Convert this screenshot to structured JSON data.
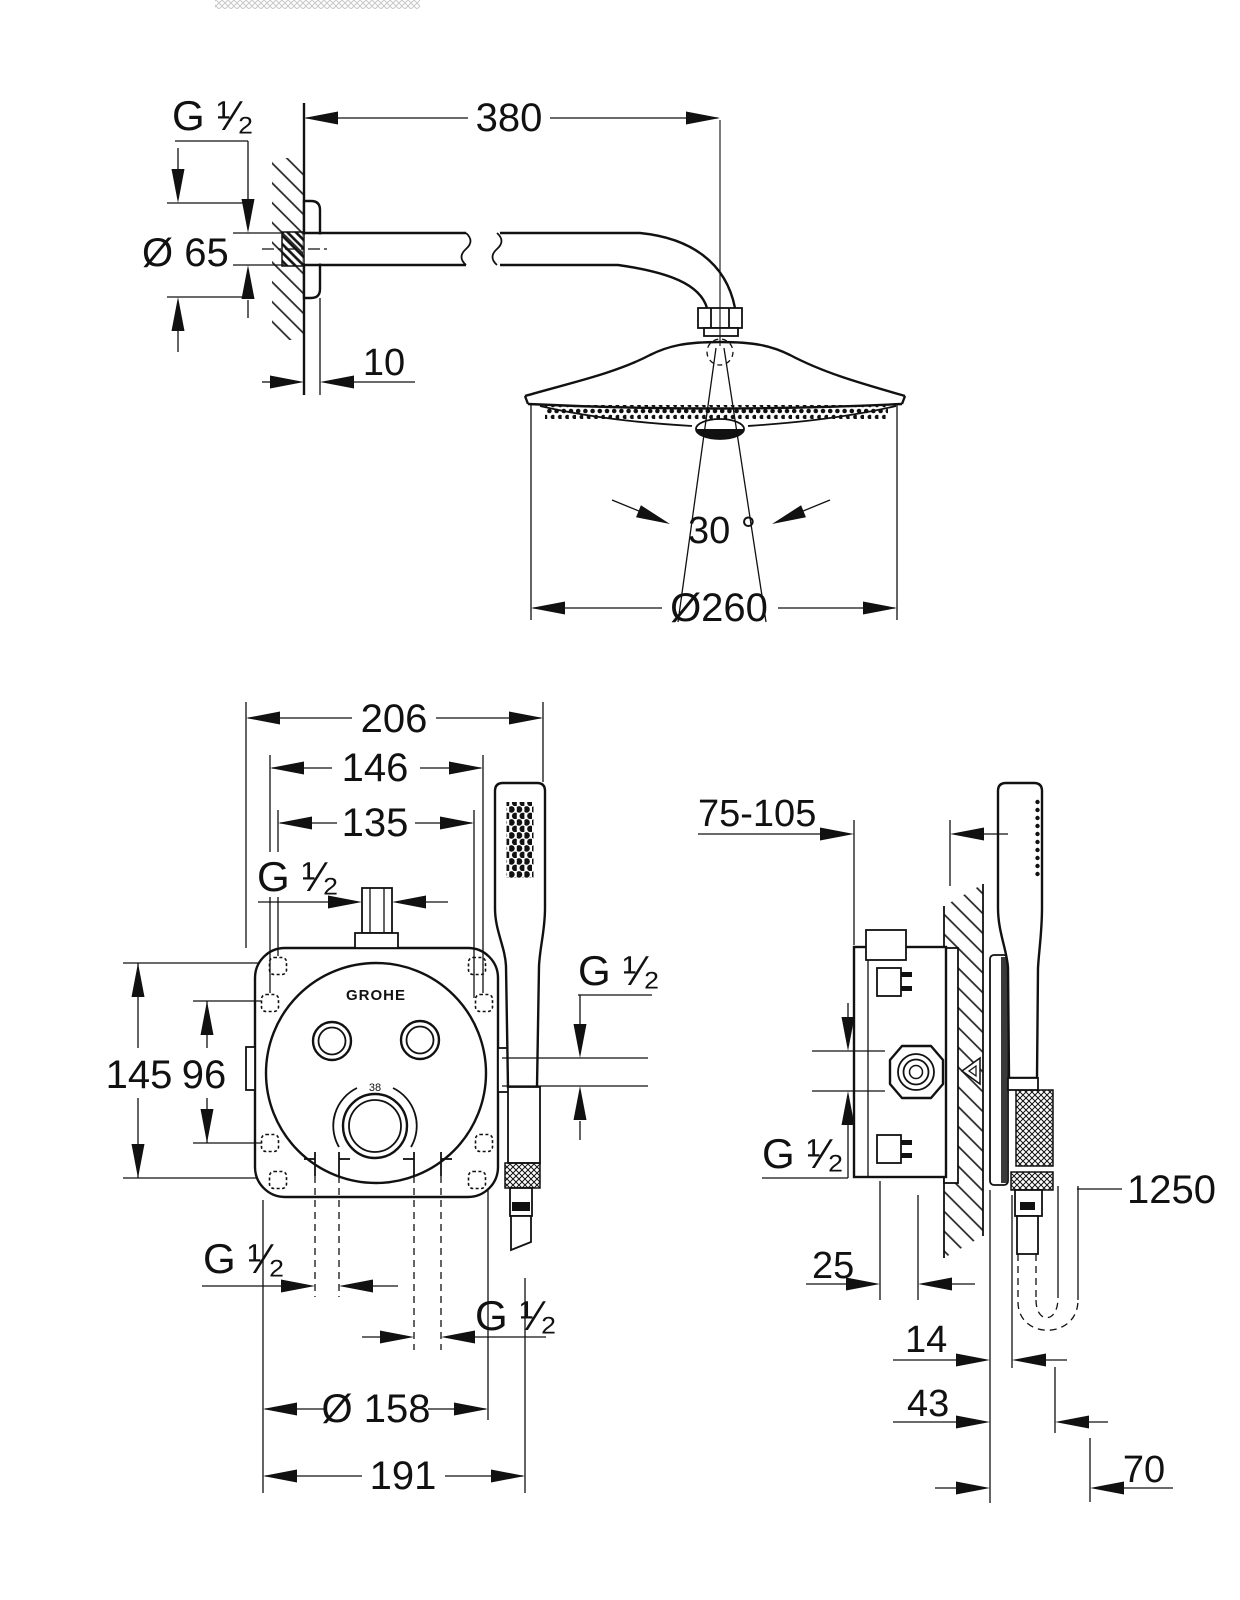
{
  "top_view": {
    "thread_label": "G ¹⁄₂",
    "arm_length": "380",
    "flange_diameter": "Ø 65",
    "flange_depth": "10",
    "spray_angle": "30 °",
    "head_diameter": "Ø260"
  },
  "front_view": {
    "overall_width": "206",
    "side_screw_width": "146",
    "corner_screw_width": "135",
    "thread_top": "G ¹⁄₂",
    "overall_height": "145",
    "screw_height": "96",
    "thread_right": "G ¹⁄₂",
    "thread_bottom_left": "G ¹⁄₂",
    "thread_bottom_right": "G ¹⁄₂",
    "plate_diameter": "Ø 158",
    "bottom_width": "191",
    "brand": "GROHE",
    "temp_marking": "38"
  },
  "side_view": {
    "install_depth_range": "75-105",
    "thread": "G ¹⁄₂",
    "hose_length": "1250",
    "depth_25": "25",
    "depth_14": "14",
    "depth_43": "43",
    "offset_70": "70"
  }
}
